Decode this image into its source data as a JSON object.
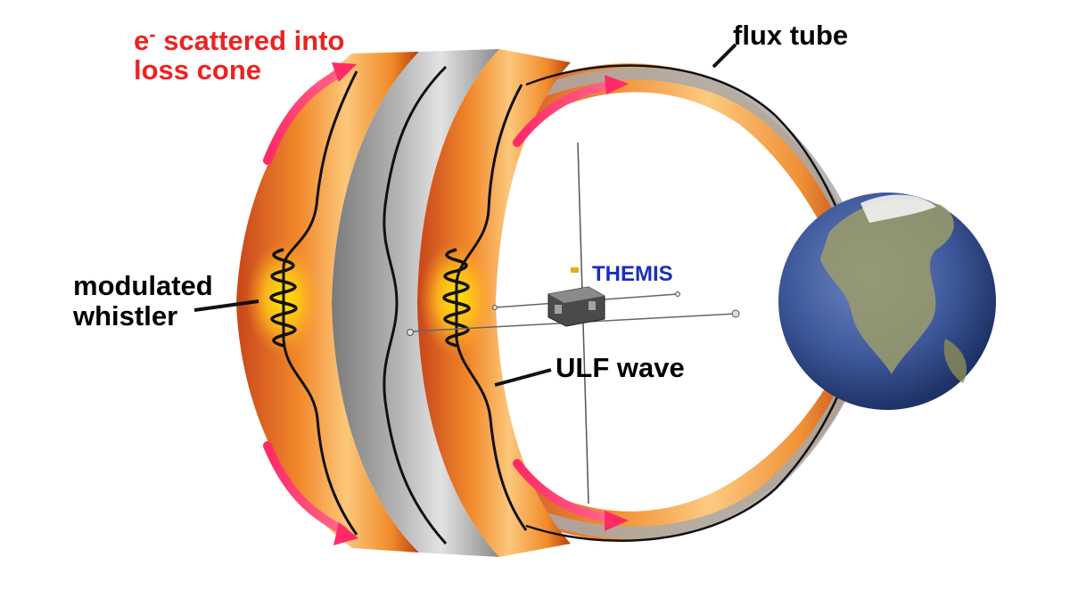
{
  "labels": {
    "electron_prefix": "e",
    "electron_superscript": "-",
    "electron_line1_rest": " scattered into",
    "electron_line2": "loss cone",
    "flux_tube": "flux tube",
    "whistler_line1": "modulated",
    "whistler_line2": "whistler",
    "themis": "THEMIS",
    "ulf_wave": "ULF wave"
  },
  "colors": {
    "electron_label": "#ee2222",
    "themis_label": "#1a2fb8",
    "text": "#000000",
    "tube_orange": "#f08a2a",
    "tube_orange_light": "#fbbf6a",
    "tube_orange_dark": "#c2420e",
    "tube_gray": "#a9a9a9",
    "tube_gray_light": "#dcdcdc",
    "arrow_pink": "#ff2a66",
    "whistler_glow": "#ffd21a",
    "earth_ocean": "#3a5a9c",
    "earth_land": "#9c9c6a"
  },
  "icons": {
    "satellite": "themis-satellite-icon",
    "earth": "earth-icon"
  }
}
